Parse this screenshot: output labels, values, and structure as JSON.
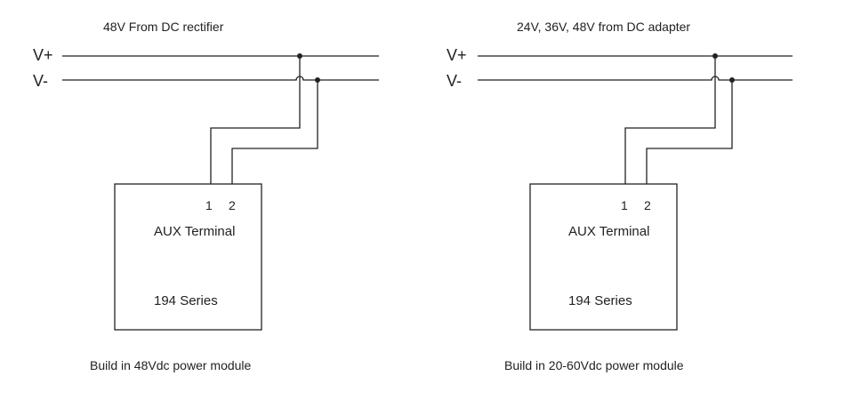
{
  "diagrams": [
    {
      "title": "48V From DC rectifier",
      "rail_positive": "V+",
      "rail_negative": "V-",
      "terminal_1": "1",
      "terminal_2": "2",
      "terminal_name": "AUX Terminal",
      "series": "194 Series",
      "caption": "Build in 48Vdc power module"
    },
    {
      "title": "24V, 36V, 48V from DC adapter",
      "rail_positive": "V+",
      "rail_negative": "V-",
      "terminal_1": "1",
      "terminal_2": "2",
      "terminal_name": "AUX Terminal",
      "series": "194 Series",
      "caption": "Build in 20-60Vdc power module"
    }
  ]
}
